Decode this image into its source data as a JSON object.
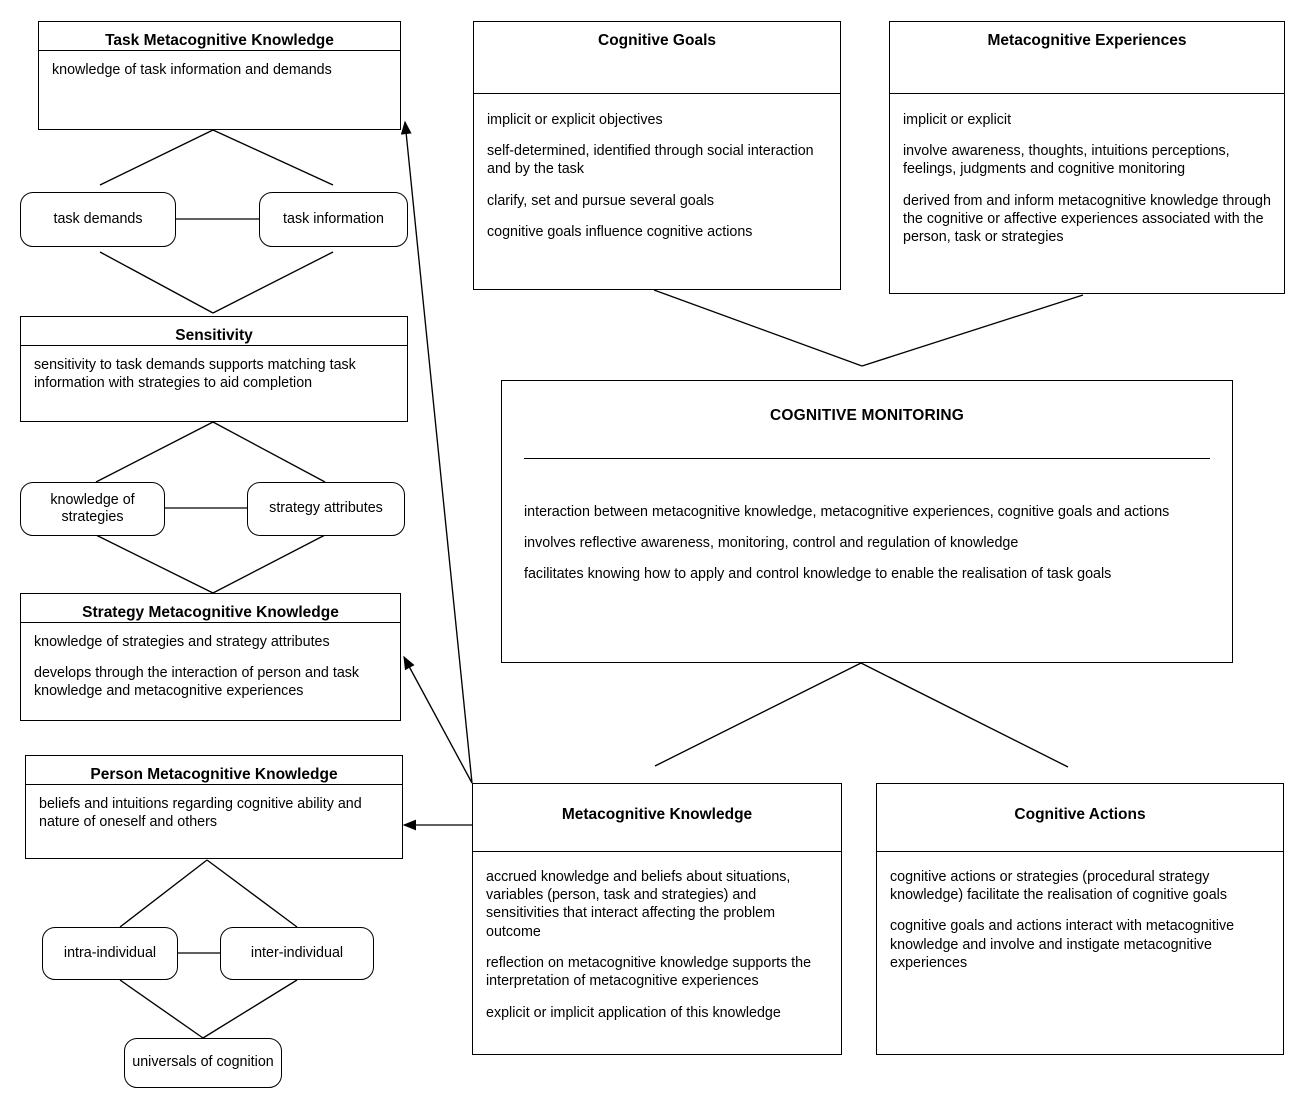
{
  "diagram": {
    "title_hidden": true,
    "colors": {
      "stroke": "#000000",
      "background": "#ffffff",
      "text": "#000000"
    }
  },
  "panels": {
    "task_metacognitive_knowledge": {
      "title": "Task Metacognitive Knowledge",
      "lines": [
        "knowledge of task information and demands"
      ]
    },
    "sensitivity": {
      "title": "Sensitivity",
      "lines": [
        "sensitivity to task demands supports matching task information with strategies to aid completion"
      ]
    },
    "strategy_metacognitive_knowledge": {
      "title": "Strategy Metacognitive Knowledge",
      "lines": [
        "knowledge of strategies and strategy attributes",
        "develops through the interaction of person and task knowledge and metacognitive experiences"
      ]
    },
    "person_metacognitive_knowledge": {
      "title": "Person Metacognitive Knowledge",
      "lines": [
        "beliefs and intuitions regarding cognitive ability and nature of oneself and others"
      ]
    },
    "cognitive_goals": {
      "title": "Cognitive Goals",
      "lines": [
        "implicit or explicit objectives",
        "self-determined, identified through social interaction and by the task",
        "clarify, set and pursue several goals",
        "cognitive goals influence cognitive actions"
      ]
    },
    "metacognitive_experiences": {
      "title": "Metacognitive Experiences",
      "lines": [
        "implicit or explicit",
        "involve awareness, thoughts, intuitions perceptions, feelings, judgments and cognitive monitoring",
        "derived from and inform metacognitive knowledge through the cognitive or affective experiences associated with the person, task or strategies"
      ]
    },
    "cognitive_monitoring": {
      "title": "COGNITIVE MONITORING",
      "lines": [
        "interaction between metacognitive knowledge, metacognitive experiences, cognitive goals and actions",
        "involves reflective awareness, monitoring, control and regulation of knowledge",
        "facilitates knowing how to apply and control knowledge to enable the realisation of task goals"
      ]
    },
    "metacognitive_knowledge": {
      "title": "Metacognitive Knowledge",
      "lines": [
        "accrued knowledge and beliefs about situations, variables (person, task and strategies) and sensitivities that interact affecting the problem outcome",
        "reflection on metacognitive knowledge supports the interpretation of metacognitive experiences",
        "explicit or implicit application of this knowledge"
      ]
    },
    "cognitive_actions": {
      "title": "Cognitive Actions",
      "lines": [
        "cognitive actions or strategies (procedural strategy knowledge) facilitate the realisation of cognitive goals",
        "cognitive goals and actions interact with metacognitive knowledge and involve and instigate metacognitive experiences"
      ]
    }
  },
  "nodes": {
    "task_demands": "task demands",
    "task_information": "task information",
    "knowledge_of_strategies": "knowledge of strategies",
    "strategy_attributes": "strategy attributes",
    "intra_individual": "intra-individual",
    "inter_individual": "inter-individual",
    "universals_of_cognition": "universals of cognition"
  }
}
